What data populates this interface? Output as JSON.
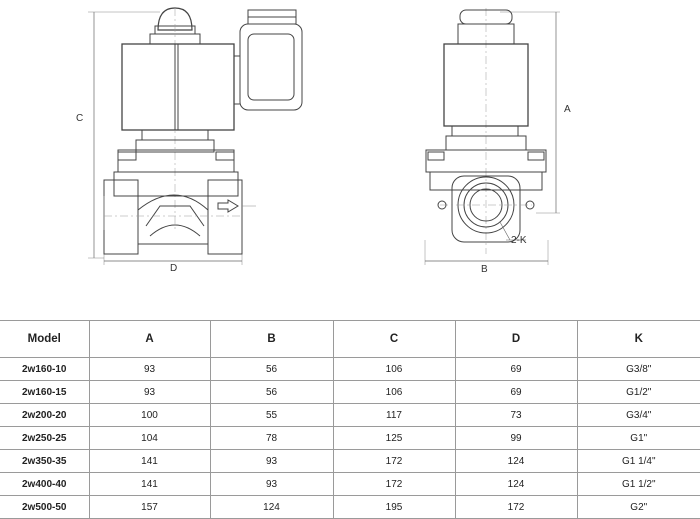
{
  "drawing": {
    "front_view_labels": {
      "height": "C",
      "width": "D"
    },
    "side_view_labels": {
      "height": "A",
      "width": "B",
      "port": "2-K"
    }
  },
  "table": {
    "headers": [
      "Model",
      "A",
      "B",
      "C",
      "D",
      "K"
    ],
    "rows": [
      {
        "model": "2w160-10",
        "a": "93",
        "b": "56",
        "c": "106",
        "d": "69",
        "k": "G3/8\""
      },
      {
        "model": "2w160-15",
        "a": "93",
        "b": "56",
        "c": "106",
        "d": "69",
        "k": "G1/2\""
      },
      {
        "model": "2w200-20",
        "a": "100",
        "b": "55",
        "c": "117",
        "d": "73",
        "k": "G3/4\""
      },
      {
        "model": "2w250-25",
        "a": "104",
        "b": "78",
        "c": "125",
        "d": "99",
        "k": "G1\""
      },
      {
        "model": "2w350-35",
        "a": "141",
        "b": "93",
        "c": "172",
        "d": "124",
        "k": "G1 1/4\""
      },
      {
        "model": "2w400-40",
        "a": "141",
        "b": "93",
        "c": "172",
        "d": "124",
        "k": "G1 1/2\""
      },
      {
        "model": "2w500-50",
        "a": "157",
        "b": "124",
        "c": "195",
        "d": "172",
        "k": "G2\""
      }
    ]
  }
}
